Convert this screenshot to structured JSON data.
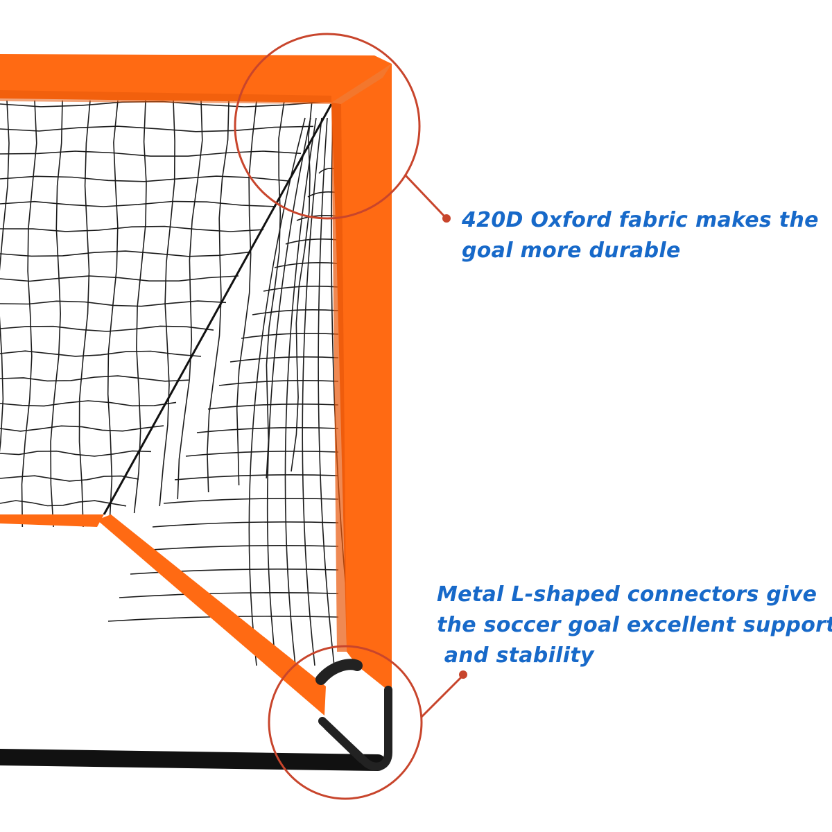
{
  "product_image": {
    "subject": "orange pop-up soccer goal corner with black net",
    "colors": {
      "frame_orange": "#ff6a13",
      "frame_shade": "#e8570a",
      "net": "#1a1a1a",
      "connector": "#222222",
      "callout_ring": "#c8452c",
      "text_blue": "#1769c9",
      "background": "#ffffff"
    }
  },
  "callouts": [
    {
      "id": "fabric",
      "text": "420D Oxford fabric makes the\ngoal more durable"
    },
    {
      "id": "connectors",
      "text": "Metal L-shaped connectors give\nthe soccer goal excellent support\n and stability"
    }
  ]
}
